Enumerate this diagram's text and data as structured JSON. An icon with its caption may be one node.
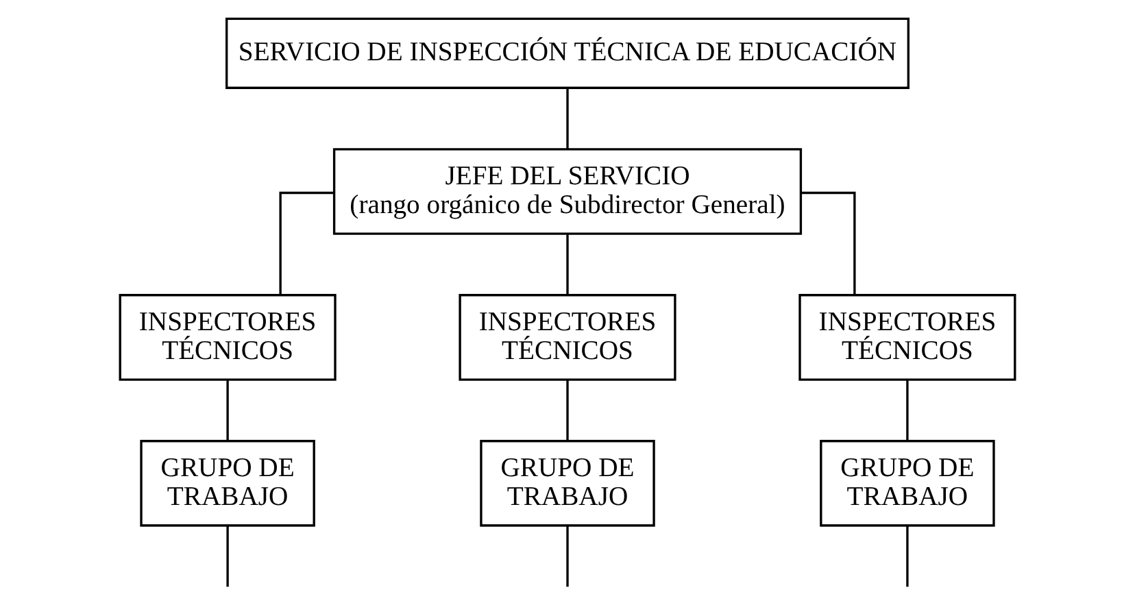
{
  "diagram": {
    "nodes": [
      {
        "text": [
          "SERVICIO DE INSPECCIÓN TÉCNICA DE EDUCACIÓN"
        ]
      },
      {
        "text": [
          "JEFE DEL SERVICIO",
          "(rango orgánico de Subdirector General)"
        ]
      },
      {
        "text": [
          "INSPECTORES TÉCNICOS"
        ]
      },
      {
        "text": [
          "INSPECTORES TÉCNICOS"
        ]
      },
      {
        "text": [
          "INSPECTORES TÉCNICOS"
        ]
      },
      {
        "text": [
          "GRUPO DE TRABAJO"
        ]
      },
      {
        "text": [
          "GRUPO DE TRABAJO"
        ]
      },
      {
        "text": [
          "GRUPO DE TRABAJO"
        ]
      }
    ],
    "edges": [
      {
        "from": 0,
        "to": 1,
        "arrow": "none"
      },
      {
        "from": 1,
        "to": 2,
        "arrow": "none"
      },
      {
        "from": 1,
        "to": 3,
        "arrow": "none"
      },
      {
        "from": 1,
        "to": 4,
        "arrow": "none"
      },
      {
        "from": 2,
        "to": 5,
        "arrow": "none"
      },
      {
        "from": 3,
        "to": 6,
        "arrow": "none"
      },
      {
        "from": 4,
        "to": 7,
        "arrow": "none"
      },
      {
        "from": 5,
        "to": null,
        "arrow": "none"
      },
      {
        "from": 6,
        "to": null,
        "arrow": "none"
      },
      {
        "from": 7,
        "to": null,
        "arrow": "none"
      }
    ]
  }
}
